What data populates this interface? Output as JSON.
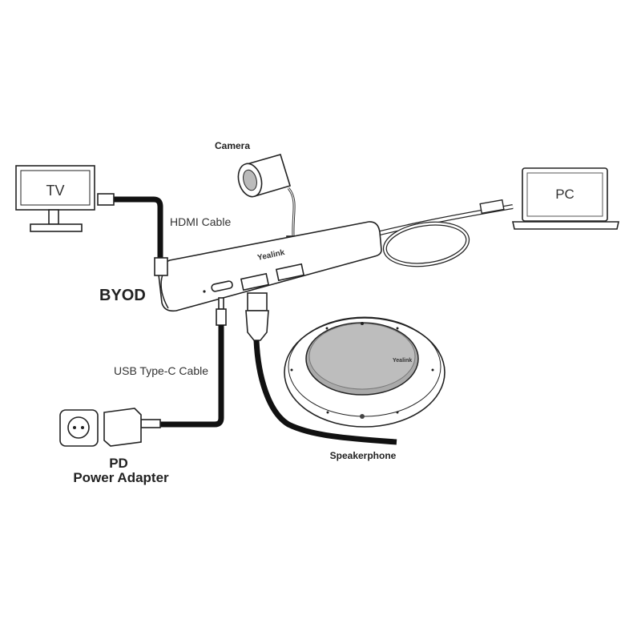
{
  "devices": {
    "tv": "TV",
    "pc": "PC",
    "camera": "Camera",
    "byod": "BYOD",
    "speakerphone": "Speakerphone",
    "power_adapter_line1": "PD",
    "power_adapter_line2": "Power Adapter"
  },
  "cables": {
    "hdmi": "HDMI Cable",
    "usb_c": "USB Type-C Cable"
  },
  "brand": {
    "hub_logo": "Yealink",
    "speaker_logo": "Yealink"
  }
}
